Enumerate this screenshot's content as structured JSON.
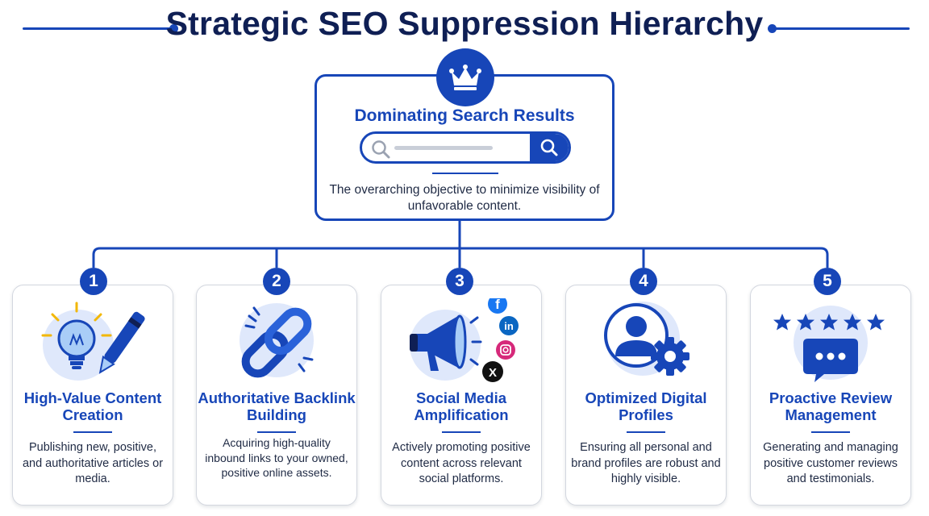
{
  "title": "Strategic SEO Suppression Hierarchy",
  "colors": {
    "primary": "#1746b8",
    "dark": "#0f1f54",
    "light": "#dfe8fb"
  },
  "top": {
    "icon": "crown-icon",
    "heading": "Dominating Search Results",
    "description": "The overarching objective to minimize visibility of unfavorable content."
  },
  "cards": [
    {
      "number": "1",
      "icon": "lightbulb-pen-icon",
      "title": "High-Value Content Creation",
      "description": "Publishing new, positive, and authoritative articles or media."
    },
    {
      "number": "2",
      "icon": "chain-link-icon",
      "title": "Authoritative Backlink Building",
      "description": "Acquiring high-quality inbound links to your owned, positive online assets."
    },
    {
      "number": "3",
      "icon": "megaphone-social-icon",
      "title": "Social Media Amplification",
      "description": "Actively promoting positive content across relevant social platforms."
    },
    {
      "number": "4",
      "icon": "user-gear-icon",
      "title": "Optimized Digital Profiles",
      "description": "Ensuring all personal and brand profiles are robust and highly visible."
    },
    {
      "number": "5",
      "icon": "stars-chat-icon",
      "title": "Proactive Review Management",
      "description": "Generating and managing positive customer reviews and testimonials."
    }
  ]
}
